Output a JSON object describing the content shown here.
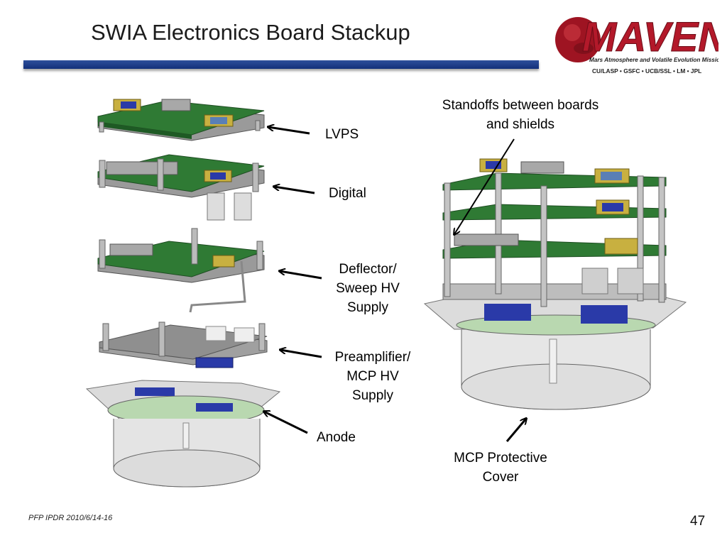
{
  "slide": {
    "title": "SWIA Electronics Board Stackup",
    "footer": "PFP IPDR 2010/6/14-16",
    "page_number": "47"
  },
  "logo": {
    "wordmark": "MAVEN",
    "tagline": "Mars Atmosphere and Volatile Evolution Mission",
    "partners": "CU/LASP • GSFC • UCB/SSL • LM • JPL"
  },
  "labels": {
    "lvps": "LVPS",
    "digital": "Digital",
    "deflector_line1": "Deflector/",
    "deflector_line2": "Sweep HV",
    "deflector_line3": "Supply",
    "preamp_line1": "Preamplifier/",
    "preamp_line2": "MCP HV",
    "preamp_line3": "Supply",
    "anode": "Anode",
    "standoffs_line1": "Standoffs between boards",
    "standoffs_line2": "and shields",
    "mcp_line1": "MCP Protective",
    "mcp_line2": "Cover"
  },
  "colors": {
    "title_rule": "#1f3f8f",
    "board_green": "#2f7a34",
    "shield_grey": "#9a9a9a",
    "connector_blue": "#2a3aa8",
    "connector_gold": "#c8b040",
    "logo_red": "#b3192a"
  }
}
